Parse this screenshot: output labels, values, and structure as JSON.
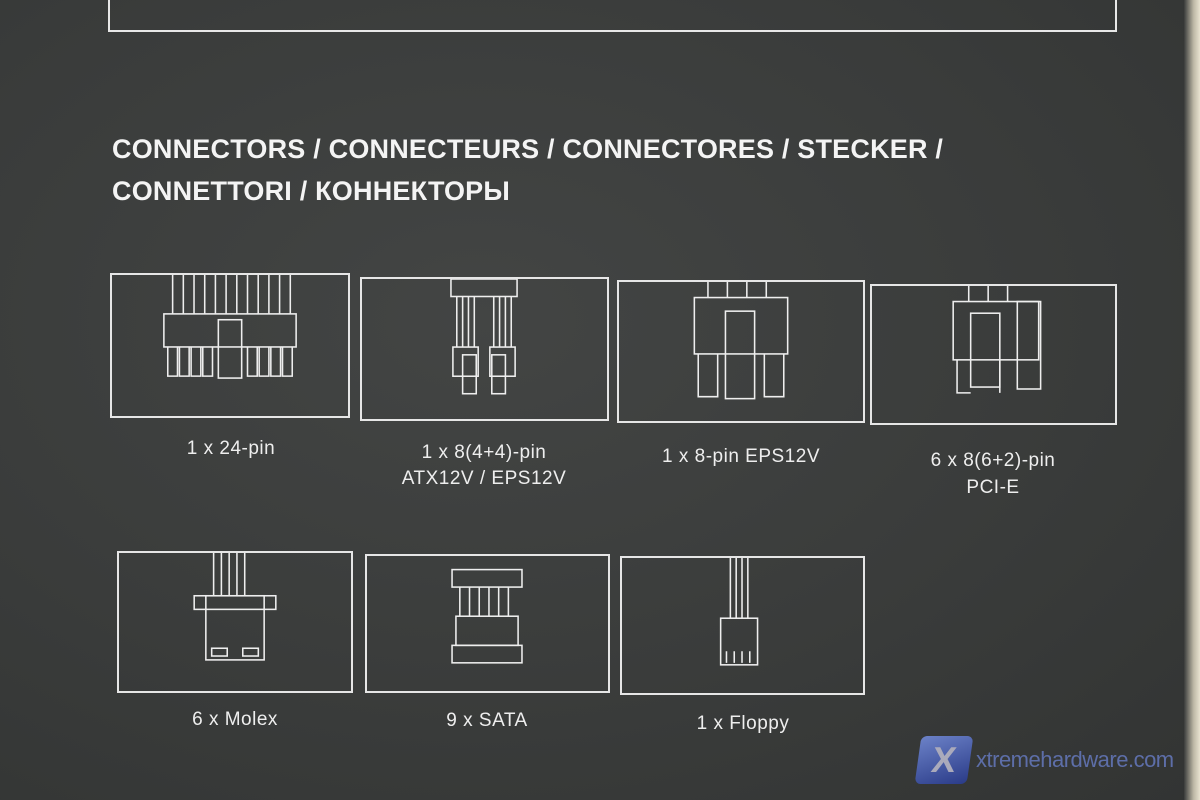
{
  "heading": {
    "line1": "CONNECTORS / CONNECTEURS / CONNECTORES / STECKER /",
    "line2": "CONNETTORI / КОННЕКТОРЫ"
  },
  "connectors": [
    {
      "icon": "atx-24pin-icon",
      "label": "1 x 24-pin"
    },
    {
      "icon": "atx12v-8pin-split-icon",
      "label": "1 x 8(4+4)-pin",
      "label2": "ATX12V / EPS12V"
    },
    {
      "icon": "eps12v-8pin-icon",
      "label": "1 x 8-pin EPS12V"
    },
    {
      "icon": "pcie-8pin-icon",
      "label": "6 x 8(6+2)-pin",
      "label2": "PCI-E"
    },
    {
      "icon": "molex-icon",
      "label": "6 x Molex"
    },
    {
      "icon": "sata-icon",
      "label": "9 x SATA"
    },
    {
      "icon": "floppy-icon",
      "label": "1 x Floppy"
    }
  ],
  "watermark": {
    "logo": "X",
    "text": "xtremehardware.com"
  }
}
